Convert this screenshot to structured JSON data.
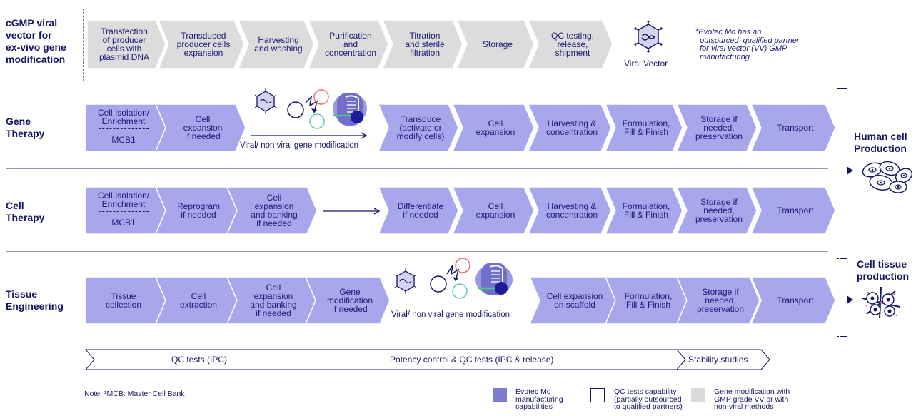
{
  "rows": {
    "viral": {
      "label": "cGMP viral\nvector for\nex-vivo gene\nmodification",
      "steps": [
        "Transfection\nof  producer\ncells with\nplasmid DNA",
        "Transduced\nproducer cells\nexpansion",
        "Harvesting\nand washing",
        "Purification\nand\nconcentration",
        "Titration\nand sterile\nfiltration",
        "Storage",
        "QC testing,\nrelease,\nshipment"
      ],
      "product_label": "Viral Vector",
      "side_note": "*Evotec Mo has an\n  outsourced  qualified partner\n  for viral vector (VV) GMP\n  manufacturing"
    },
    "gene": {
      "label": "Gene\nTherapy",
      "step1_top": "Cell Isolation/\nEnrichment",
      "step1_bottom": "MCB1",
      "steps_left": [
        "Cell\nexpansion\nif needed"
      ],
      "gm_caption": "Viral/ non viral gene modification",
      "steps_right": [
        "Transduce\n(activate or\nmodify cells)",
        "Cell\nexpansion",
        "Harvesting &\nconcentration",
        "Formulation,\nFill & Finish",
        "Storage if\nneeded,\npreservation",
        "Transport"
      ]
    },
    "cell": {
      "label": "Cell\nTherapy",
      "step1_top": "Cell Isolation/\nEnrichment",
      "step1_bottom": "MCB1",
      "steps_left": [
        "Reprogram\nif needed",
        "Cell\nexpansion\nand banking\nif needed"
      ],
      "steps_right": [
        "Differentiate\nif needed",
        "Cell\nexpansion",
        "Harvesting &\nconcentration",
        "Formulation,\nFill & Finish",
        "Storage if\nneeded,\npreservation",
        "Transport"
      ]
    },
    "tissue": {
      "label": "Tissue\nEngineering",
      "steps_left": [
        "Tissue\ncollection",
        "Cell\nextraction",
        "Cell\nexpansion\nand banking\nif needed",
        "Gene\nmodification\nif needed"
      ],
      "gm_caption": "Viral/ non viral gene modification",
      "steps_right": [
        "Cell expansion\non scaffold",
        "Formulation,\nFill & Finish",
        "Storage if\nneeded,\npreservation",
        "Transport"
      ]
    }
  },
  "production": {
    "human": "Human cell\nProduction",
    "tissue": "Cell tissue\nproduction"
  },
  "qc": {
    "ipc": "QC tests (IPC)",
    "potency": "Potency control & QC tests (IPC & release)",
    "stability": "Stability studies"
  },
  "note": "Note: ¹MCB: Master Cell Bank",
  "legend": [
    {
      "text": "Evotec Mo\nmanufacturing\ncapabilities",
      "color": "#7b7bd0"
    },
    {
      "text": "QC tests capability\n(partially outsourced\nto qualified partners)",
      "color": "#ffffff"
    },
    {
      "text": "Gene modification with\nGMP grade VV or with\nnon-viral methods",
      "color": "#d9d9d9"
    }
  ],
  "colors": {
    "chevron": "#a7a7ec",
    "viral_chevron": "#dcdcdc",
    "navy": "#141464",
    "accent": "#e8707a"
  }
}
